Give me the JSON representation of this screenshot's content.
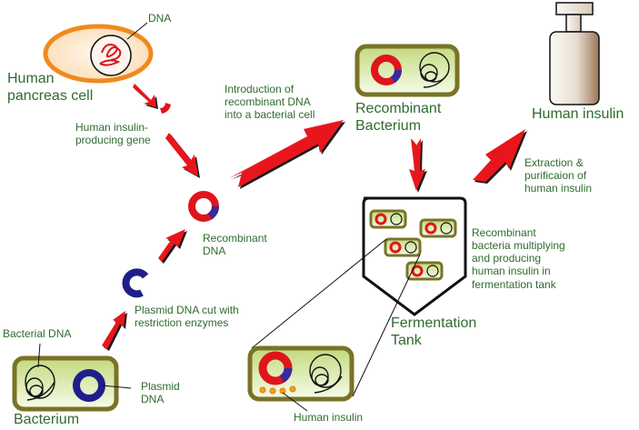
{
  "diagram": {
    "title": "Production of human insulin using recombinant bacteria",
    "colors": {
      "label_text": "#2f6b2f",
      "arrow_fill": "#e8141b",
      "plasmid": "#1f1f8c",
      "insulin_gene": "#e0141b",
      "cell_border": "#7a7326",
      "cell_fill_top": "#c9dc8a",
      "cell_fill_bottom": "#f4fbe6",
      "pancreas_border": "#f08a1e",
      "pancreas_fill": "#fde6c8",
      "insulin_dot": "#f2a11a"
    },
    "labels": {
      "dna": "DNA",
      "human_pancreas_cell": "Human\npancreas cell",
      "insulin_gene": "Human insulin-\nproducing gene",
      "introduction": "Introduction of\nrecombinant DNA\ninto a bacterial cell",
      "recombinant_dna": "Recombinant\nDNA",
      "plasmid_cut": "Plasmid DNA cut with\nrestriction enzymes",
      "bacterial_dna": "Bacterial DNA",
      "plasmid_dna": "Plasmid\nDNA",
      "bacterium": "Bacterium",
      "recombinant_bacterium": "Recombinant\nBacterium",
      "fermentation_tank": "Fermentation\nTank",
      "multiplying": "Recombinant\nbacteria multiplying\nand producing\nhuman insulin in\nfermentation tank",
      "human_insulin_dots": "Human insulin",
      "human_insulin_vial": "Human insulin",
      "extraction": "Extraction &\npurificaion of\nhuman insulin"
    }
  }
}
